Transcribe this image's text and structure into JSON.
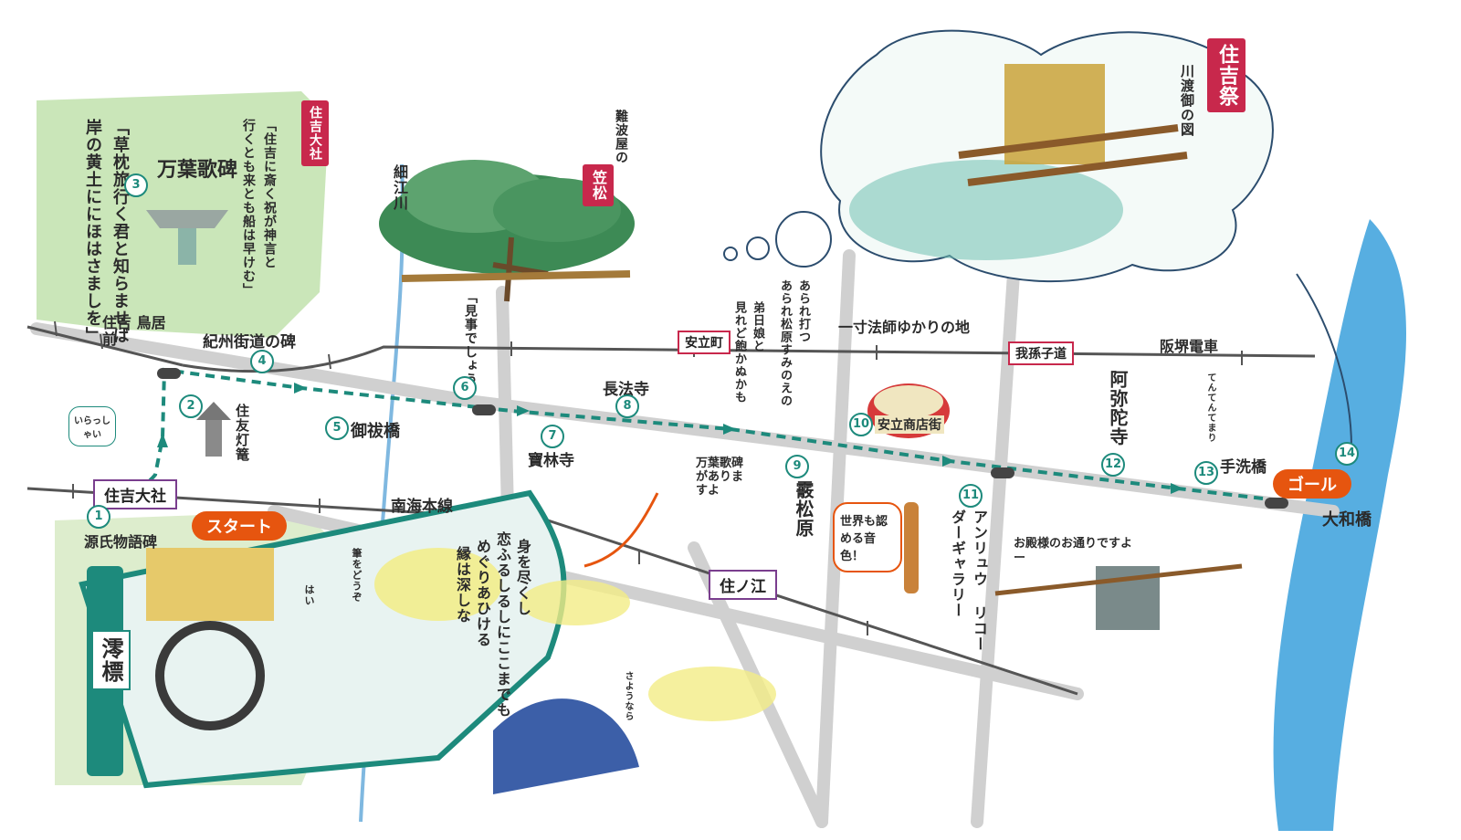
{
  "start": "スタート",
  "goal": "ゴール",
  "stations": {
    "sumiyoshi_taisha": "住吉大社",
    "suminoe": "住ノ江"
  },
  "spots": [
    {
      "no": "1",
      "name": "源氏物語碑"
    },
    {
      "no": "2",
      "name": "住友灯篭"
    },
    {
      "no": "3",
      "name": "万葉歌碑"
    },
    {
      "no": "4",
      "name": "紀州街道の碑"
    },
    {
      "no": "5",
      "name": "御祓橋"
    },
    {
      "no": "6",
      "name": "「見事でしょう」"
    },
    {
      "no": "7",
      "name": "寶林寺"
    },
    {
      "no": "8",
      "name": "長法寺"
    },
    {
      "no": "9",
      "name": "霰松原"
    },
    {
      "no": "10",
      "name": "安立商店街"
    },
    {
      "no": "11",
      "name": "アンリュウ リコーダーギャラリー"
    },
    {
      "no": "12",
      "name": "阿弥陀寺"
    },
    {
      "no": "13",
      "name": "手洗橋"
    },
    {
      "no": "14",
      "name": ""
    }
  ],
  "place_labels": {
    "torii_mae": "住吉 鳥居前",
    "hosoe_gawa": "細江川",
    "naniwaya": "難波屋の",
    "kasamatsu": "笠松",
    "anryu_machi": "安立町",
    "abiko_michi": "我孫子道",
    "hankai_densha": "阪堺電車",
    "nankai_honsen": "南海本線",
    "yamato_bashi": "大和橋",
    "sumiyoshi_shrine_tag": "住吉大社",
    "issun_boshi": "一寸法師ゆかりの地"
  },
  "festival": {
    "title": "住吉祭",
    "caption": "川渡御の図"
  },
  "poems": {
    "manyo_1": "「草枕旅行く君と知らませば",
    "manyo_2": "岸の黄土ににほはさましを」",
    "sumiyoshi_1": "「住吉に斎く祝が神言と",
    "sumiyoshi_2": "行くとも来とも船は早けむ」",
    "arare_1": "あられ打つ",
    "arare_2": "あられ松原すみのえの",
    "arare_3": "弟日娘と",
    "arare_4": "見れど飽かぬかも",
    "miotsukushi_1": "身を尽くし",
    "miotsukushi_2": "恋ふるしるしにここまでも",
    "miotsukushi_3": "めぐりあひける",
    "miotsukushi_4": "縁は深しな"
  },
  "speech": {
    "irasshai": "いらっしゃい",
    "manyo_kahi": "万葉歌碑がありますよ",
    "sekai": "世界も認める音色！",
    "otonosama": "お殿様のお通りですよー",
    "tenten": "てんてんてまり",
    "sayonara": "さようなら",
    "hai": "はい",
    "fude": "筆をどうぞ"
  },
  "scroll_title": "澪標",
  "colors": {
    "route": "#1d8a7c",
    "river": "#3aa0dc",
    "rail": "#555555",
    "accent": "#e6550f",
    "shrine_red": "#c8284c",
    "station_frame": "#7a3e8e"
  }
}
